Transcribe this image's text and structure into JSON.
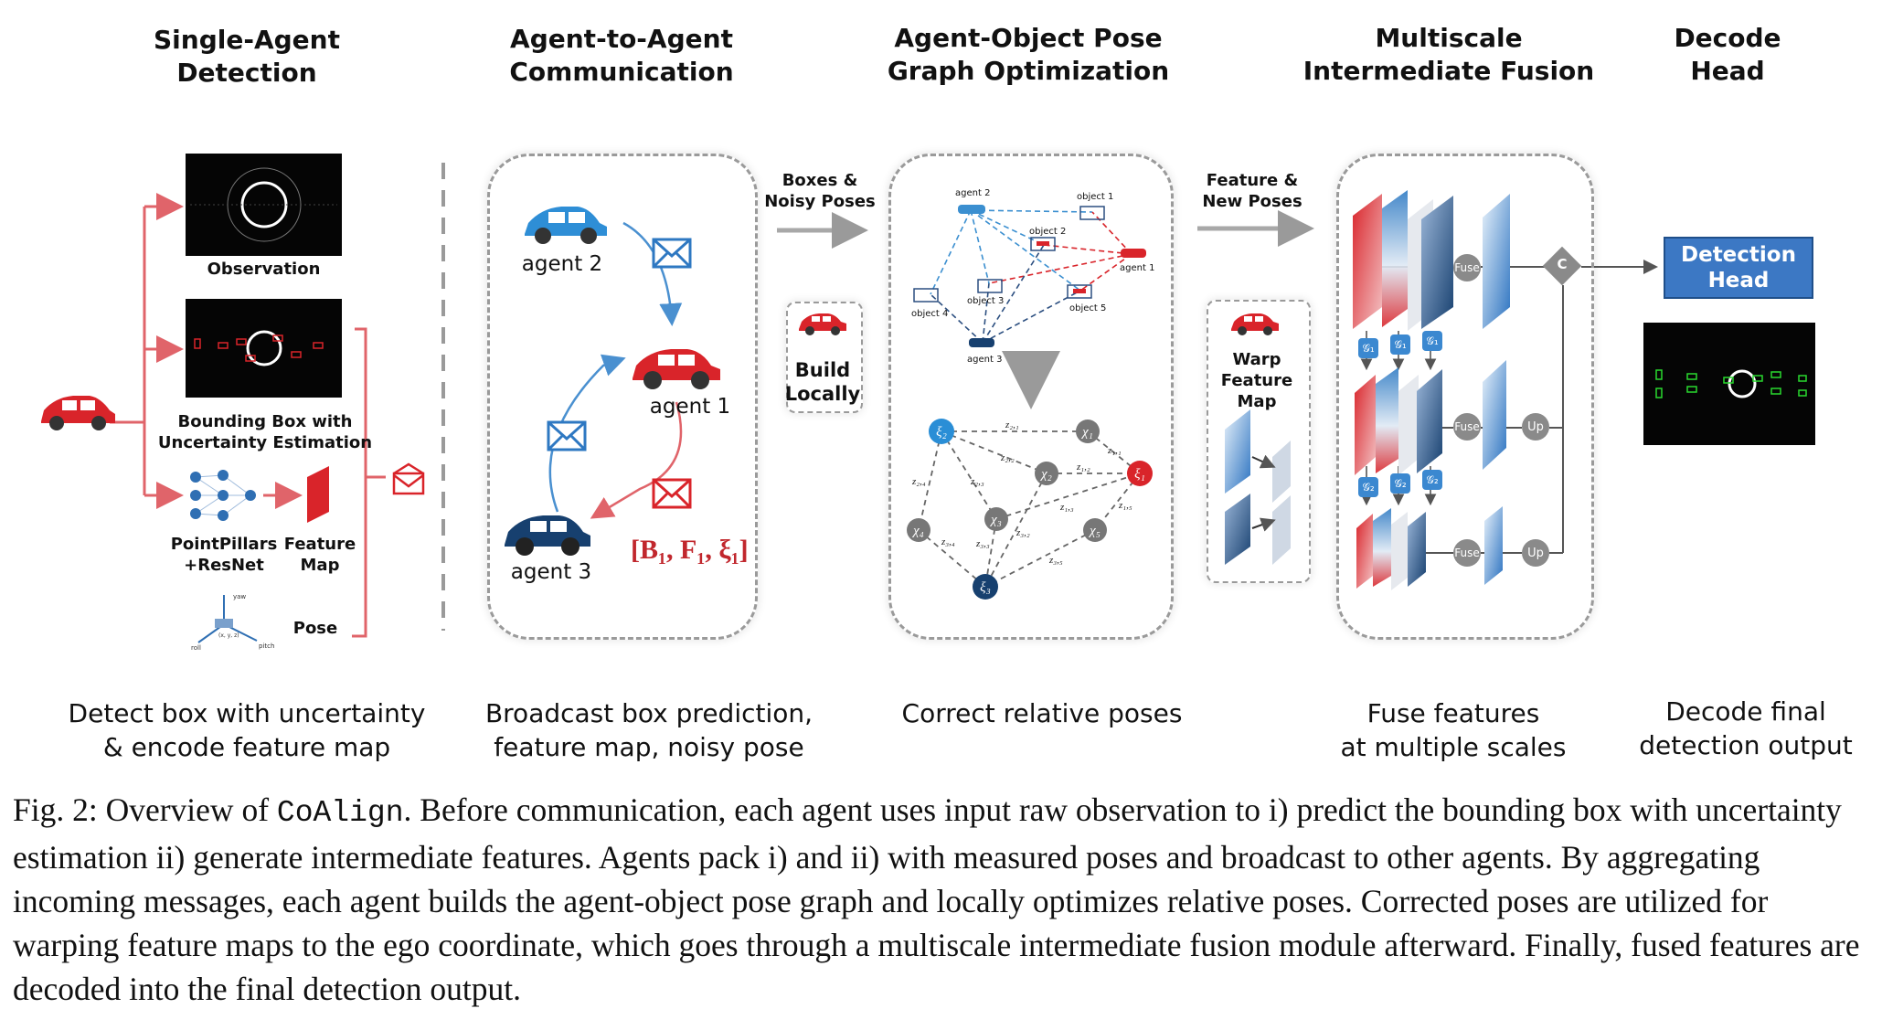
{
  "stages": [
    {
      "title": "Single-Agent\nDetection",
      "desc": "Detect box with uncertainty\n& encode feature map"
    },
    {
      "title": "Agent-to-Agent\nCommunication",
      "desc": "Broadcast box prediction,\nfeature map, noisy pose"
    },
    {
      "title": "Agent-Object Pose\nGraph Optimization",
      "desc": "Correct relative poses"
    },
    {
      "title": "Multiscale\nIntermediate Fusion",
      "desc": "Fuse features\nat multiple scales"
    },
    {
      "title": "Decode\nHead",
      "desc": "Decode final\ndetection output"
    }
  ],
  "single_agent": {
    "observation": "Observation",
    "bbox": "Bounding Box with\nUncertainty Estimation",
    "pointpillars": "PointPillars\n+ResNet",
    "feature_map": "Feature\nMap",
    "pose": "Pose",
    "pose_axes": {
      "yaw": "yaw",
      "roll": "roll",
      "pitch": "pitch",
      "xyz": "(x, y, z)"
    }
  },
  "communication": {
    "agent2": "agent 2",
    "agent1": "agent 1",
    "agent3": "agent 3",
    "message": "[B₁, F₁, ξ₁]",
    "arrow_label": "Boxes &\nNoisy Poses",
    "build_locally": "Build\nLocally"
  },
  "pose_graph": {
    "scene_labels": [
      "agent 2",
      "object 1",
      "object 2",
      "agent 1",
      "object 3",
      "object 4",
      "object 5",
      "agent 3"
    ],
    "nodes": [
      "ξ₂",
      "χ₁",
      "χ₂",
      "ξ₁",
      "χ₃",
      "χ₄",
      "χ₅",
      "ξ₃"
    ],
    "edges": [
      "z₂,₁",
      "z₁,₁",
      "z₂,₂",
      "z₁,₂",
      "z₂,₄",
      "z₂,₃",
      "z₁,₃",
      "z₁,₅",
      "z₃,₄",
      "z₃,₃",
      "z₃,₂",
      "z₃,₅"
    ],
    "arrow_label": "Feature &\nNew Poses",
    "warp_label": "Warp\nFeature\nMap"
  },
  "fusion": {
    "fuse": "Fuse",
    "up": "Up",
    "concat": "C",
    "g1": "𝒢₁",
    "g2": "𝒢₂"
  },
  "decode": {
    "head_label": "Detection\nHead"
  },
  "caption": {
    "prefix": "Fig. 2: Overview of ",
    "method": "CoAlign",
    "body": ". Before communication, each agent uses input raw observation to i) predict the bounding box with uncertainty estimation ii) generate intermediate features. Agents pack i) and ii) with measured poses and broadcast to other agents. By aggregating incoming messages, each agent builds the agent-object pose graph and locally optimizes relative poses. Corrected poses are utilized for warping feature maps to the ego coordinate, which goes through a multiscale intermediate fusion module afterward. Finally, fused features are decoded into the final detection output."
  },
  "colors": {
    "red": "#d9242a",
    "blue": "#1e88d0",
    "navy": "#17406f",
    "grey": "#8a8a8a"
  }
}
